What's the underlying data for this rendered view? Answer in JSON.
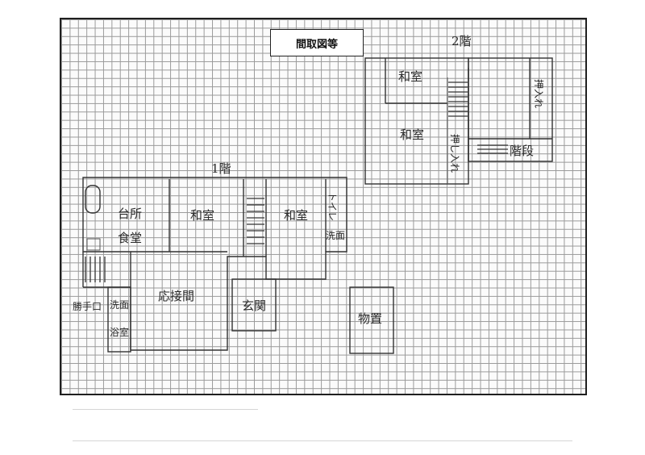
{
  "title": "間取図等",
  "floors": {
    "first": "1階",
    "second": "2階"
  },
  "rooms": {
    "kitchen": "台所",
    "dining": "食堂",
    "washitsu_a": "和室",
    "washitsu_b": "和室",
    "toilet": "トイレ",
    "washroom_f1": "洗面",
    "katteguchi": "勝手口",
    "washroom": "洗面",
    "bath": "浴室",
    "reception": "応接間",
    "entrance": "玄関",
    "storage": "物置",
    "washitsu_2a": "和室",
    "washitsu_2b": "和室",
    "oshiire_a": "押入れ",
    "oshiire_b": "押し入れ",
    "stairwell": "階段"
  }
}
